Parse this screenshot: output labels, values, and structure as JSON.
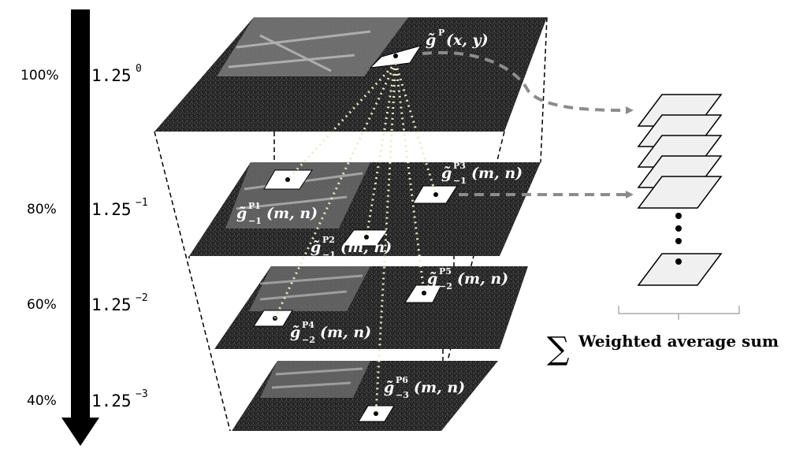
{
  "scale_axis": {
    "levels": [
      {
        "percent": "100%",
        "base": "1.25",
        "exponent": "0"
      },
      {
        "percent": "80%",
        "base": "1.25",
        "exponent": "−1"
      },
      {
        "percent": "60%",
        "base": "1.25",
        "exponent": "−2"
      },
      {
        "percent": "40%",
        "base": "1.25",
        "exponent": "−3"
      }
    ]
  },
  "patch_labels": {
    "top": {
      "base": "g̃",
      "sup": "P",
      "sub": "",
      "args": "(x, y)"
    },
    "p1": {
      "base": "g̃",
      "sup": "P1",
      "sub": "−1",
      "args": "(m, n)"
    },
    "p2": {
      "base": "g̃",
      "sup": "P2",
      "sub": "−1",
      "args": "(m, n)"
    },
    "p3": {
      "base": "g̃",
      "sup": "P3",
      "sub": "−1",
      "args": "(m, n)"
    },
    "p4": {
      "base": "g̃",
      "sup": "P4",
      "sub": "−2",
      "args": "(m, n)"
    },
    "p5": {
      "base": "g̃",
      "sup": "P5",
      "sub": "−2",
      "args": "(m, n)"
    },
    "p6": {
      "base": "g̃",
      "sup": "P6",
      "sub": "−3",
      "args": "(m, n)"
    }
  },
  "result": {
    "symbol": "∑",
    "label": "Weighted average sum"
  },
  "colors": {
    "arrow": "#000000",
    "image_dark": "#2b2b2b",
    "image_light": "#8a8a8a",
    "connector": "#8c8c8c",
    "stack_fill": "#f0f0f0"
  }
}
